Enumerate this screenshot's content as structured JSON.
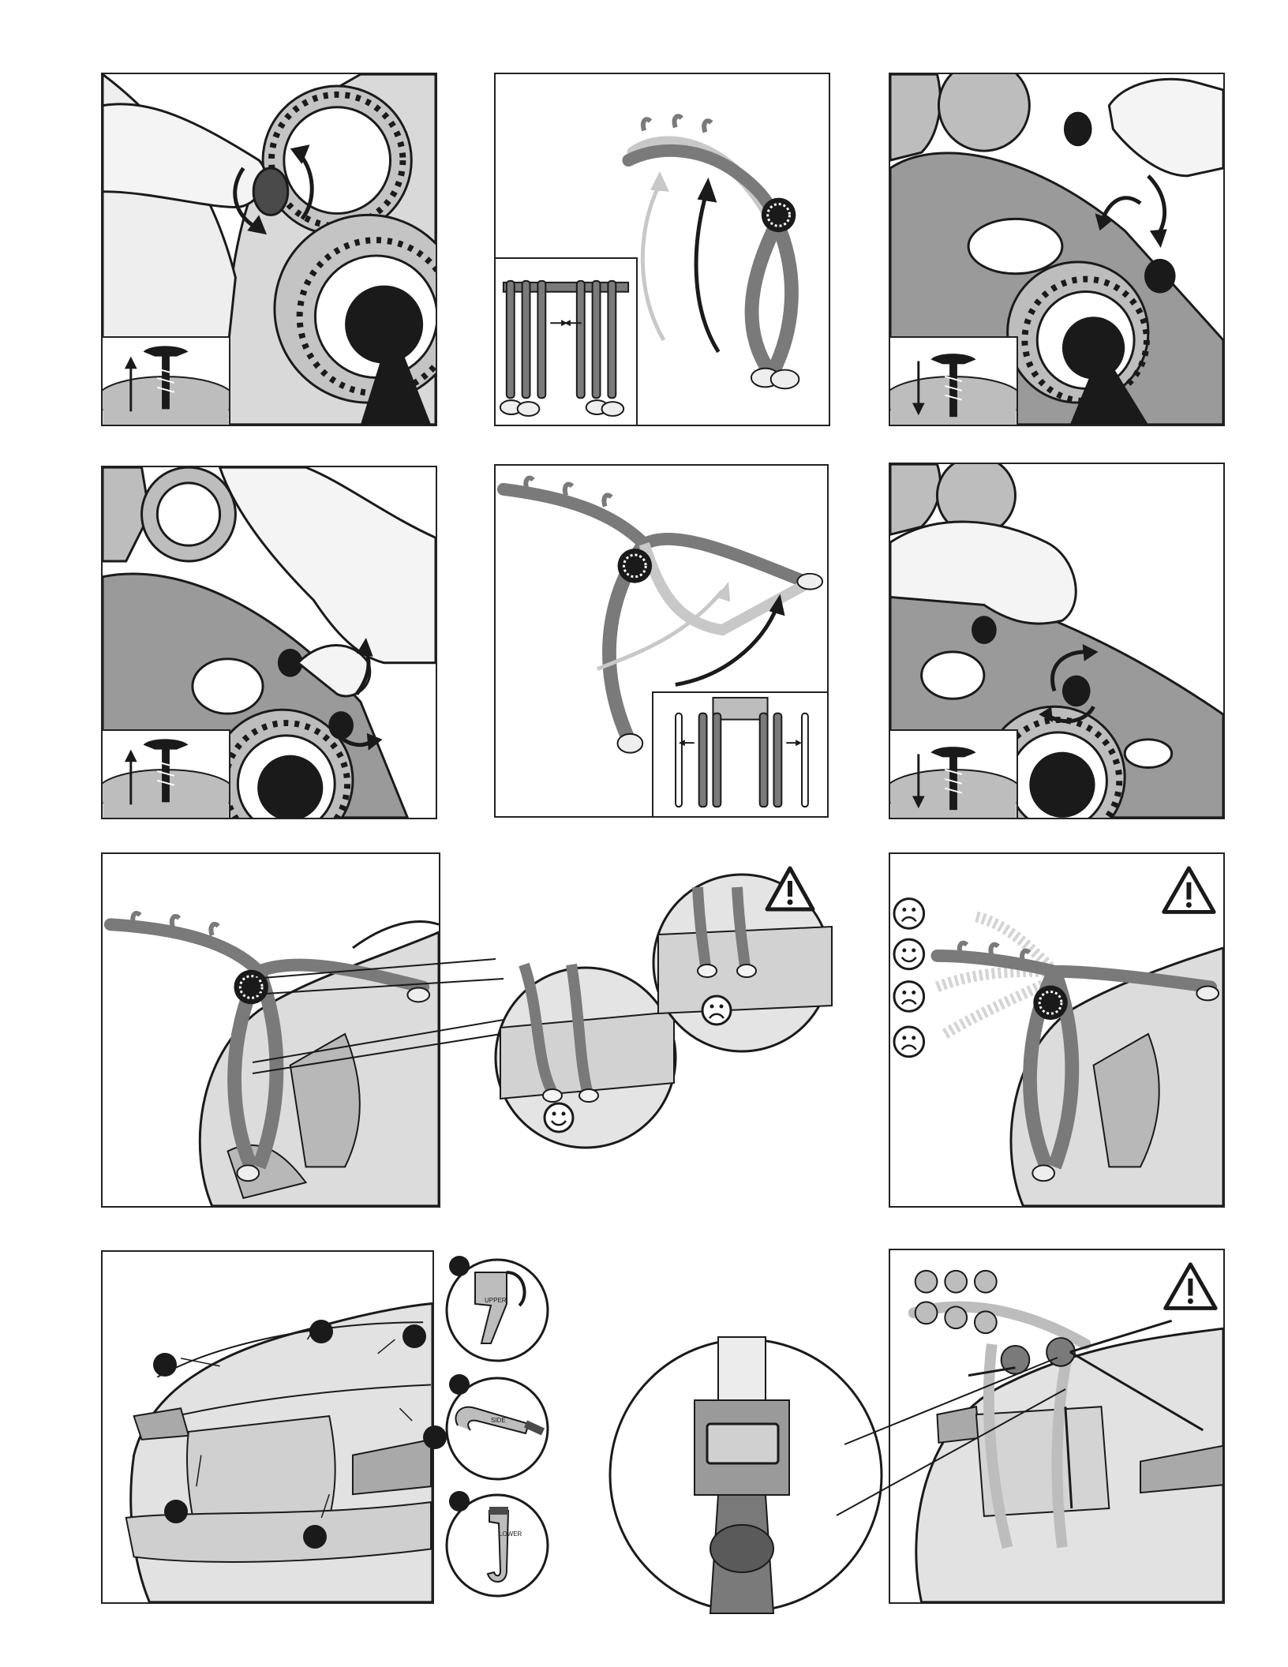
{
  "document": {
    "panel_count": 12,
    "warning_icon": "warning-triangle-icon",
    "happy_icon": "smiley-happy-icon",
    "sad_icon": "smiley-sad-icon",
    "arrow_up_icon": "arrow-up-icon",
    "arrow_down_icon": "arrow-down-icon",
    "strap_hook_labels": [
      "UPPER",
      "SIDE",
      "LOWER"
    ]
  },
  "colors": {
    "line": "#1a1a1a",
    "rack_gray": "#7a7a7a",
    "light_gray": "#cfcfcf",
    "car_gray": "#dcdcdc",
    "pale_arrow": "#c8c8c8"
  }
}
